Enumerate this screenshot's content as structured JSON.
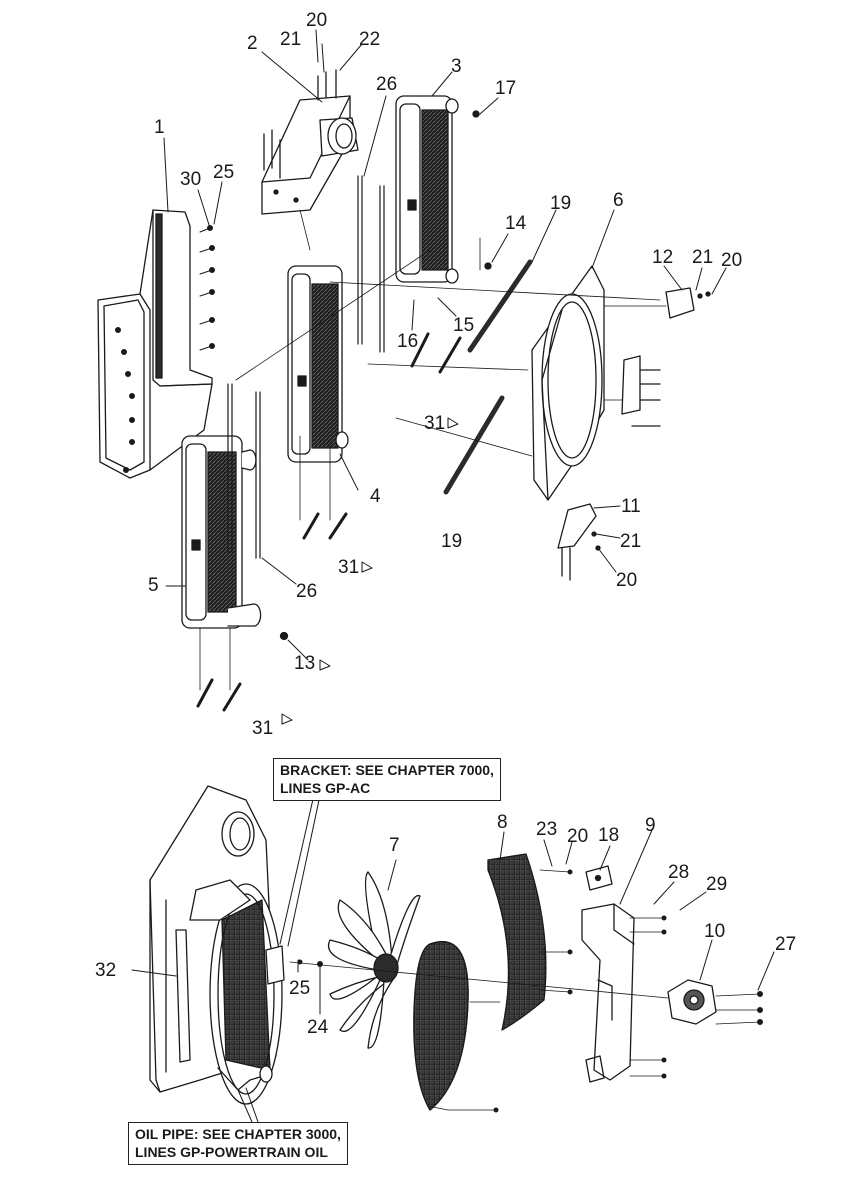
{
  "callouts": {
    "n1": "1",
    "n2": "2",
    "n3": "3",
    "n4": "4",
    "n5": "5",
    "n6": "6",
    "n7": "7",
    "n8": "8",
    "n9": "9",
    "n10": "10",
    "n11": "11",
    "n12": "12",
    "n13": "13",
    "n14": "14",
    "n15": "15",
    "n16": "16",
    "n17": "17",
    "n18": "18",
    "n19a": "19",
    "n19b": "19",
    "n20a": "20",
    "n20b": "20",
    "n20c": "20",
    "n20d": "20",
    "n21a": "21",
    "n21b": "21",
    "n21c": "21",
    "n22": "22",
    "n23": "23",
    "n24": "24",
    "n25a": "25",
    "n25b": "25",
    "n26a": "26",
    "n26b": "26",
    "n27": "27",
    "n28": "28",
    "n29": "29",
    "n30": "30",
    "n31a": "31",
    "n31b": "31",
    "n31c": "31",
    "n32": "32",
    "n13tri": "13"
  },
  "notes": {
    "bracket": {
      "line1": "BRACKET: SEE CHAPTER 7000,",
      "line2": "LINES GP-AC"
    },
    "oil_pipe": {
      "line1": "OIL PIPE: SEE CHAPTER 3000,",
      "line2": "LINES GP-POWERTRAIN OIL"
    }
  },
  "colors": {
    "line": "#1a1a1a",
    "core_fill": "#2b2b2b",
    "background": "#ffffff"
  }
}
